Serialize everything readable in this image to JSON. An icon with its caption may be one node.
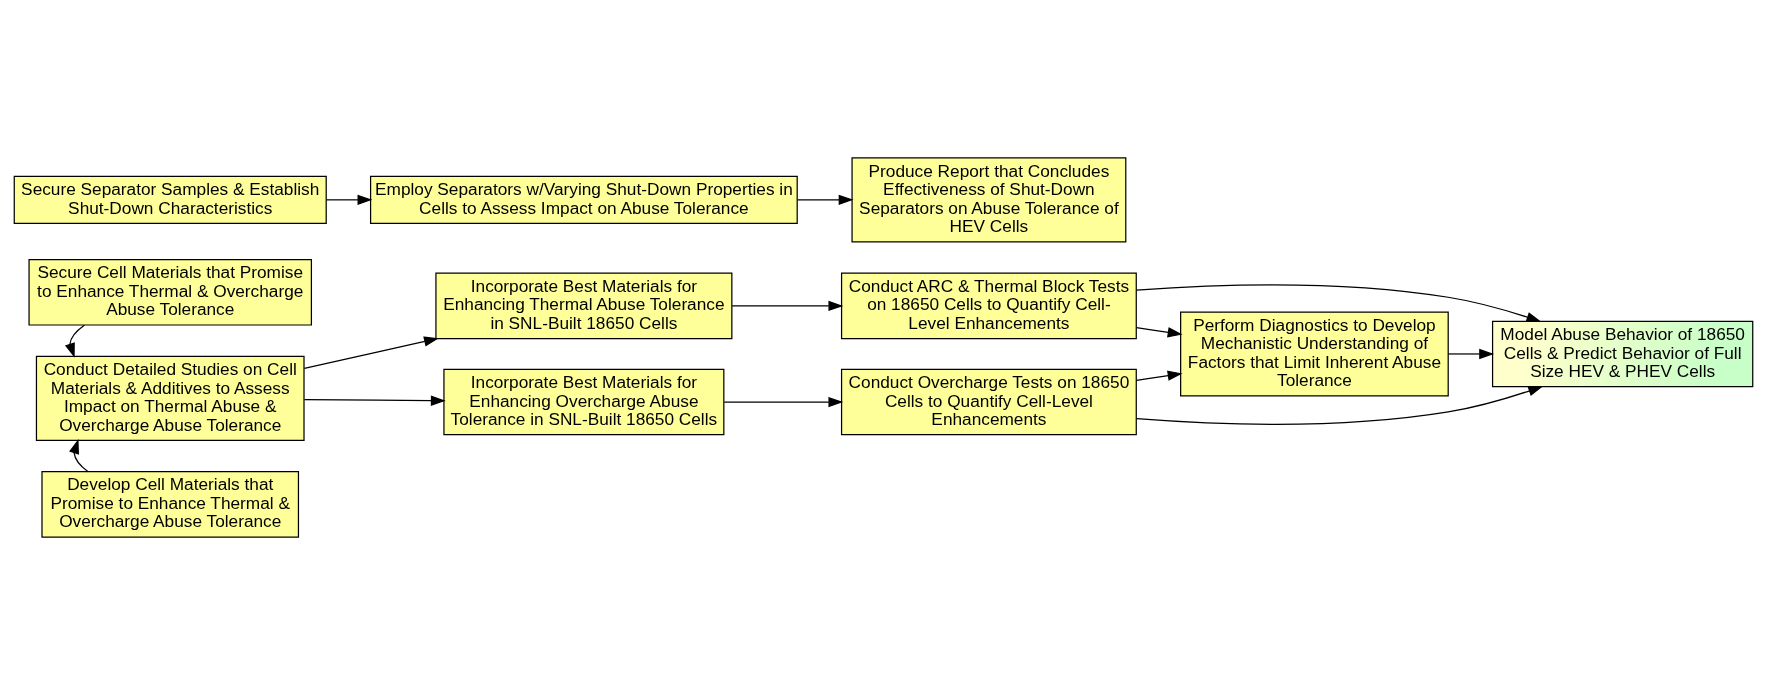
{
  "diagram": {
    "nodes": [
      {
        "text": [
          "Secure Cell Materials that Promise to Enhance Thermal & Overcharge Abuse Tolerance"
        ]
      },
      {
        "text": [
          "Conduct Detailed Studies on Cell Materials & Additives to Assess Impact on Thermal Abuse & Overcharge Abuse Tolerance"
        ]
      },
      {
        "text": [
          "Incorporate Best Materials for Enhancing Thermal Abuse Tolerance in SNL-Built 18650 Cells"
        ]
      },
      {
        "text": [
          "Conduct ARC & Thermal Block Tests on 18650 Cells to Quantify Cell-Level Enhancements"
        ]
      },
      {
        "text": [
          "Model Abuse Behavior of 18650 Cells & Predict Behavior of Full Size HEV & PHEV Cells"
        ]
      },
      {
        "text": [
          "Perform Diagnostics to Develop Mechanistic Understanding of Factors that Limit Inherent Abuse Tolerance"
        ]
      },
      {
        "text": [
          "Incorporate Best Materials for Enhancing Overcharge Abuse Tolerance in SNL-Built 18650 Cells"
        ]
      },
      {
        "text": [
          "Conduct Overcharge Tests on 18650 Cells to Quantify Cell-Level Enhancements"
        ]
      },
      {
        "text": [
          "Develop Cell Materials that Promise to Enhance Thermal & Overcharge Abuse Tolerance"
        ]
      },
      {
        "text": [
          "Secure Separator Samples & Establish Shut-Down Characteristics"
        ]
      },
      {
        "text": [
          "Employ Separators w/Varying Shut-Down Properties in Cells to Assess Impact on Abuse Tolerance"
        ]
      },
      {
        "text": [
          "Produce Report that Concludes Effectiveness of Shut-Down Separators on Abuse Tolerance of HEV Cells"
        ]
      }
    ],
    "edges": [
      {
        "from": 0,
        "to": 1,
        "arrow": "to"
      },
      {
        "from": 1,
        "to": 2,
        "arrow": "to"
      },
      {
        "from": 2,
        "to": 3,
        "arrow": "to"
      },
      {
        "from": 3,
        "to": 4,
        "arrow": "to"
      },
      {
        "from": 3,
        "to": 5,
        "arrow": "to"
      },
      {
        "from": 5,
        "to": 4,
        "arrow": "to"
      },
      {
        "from": 1,
        "to": 6,
        "arrow": "to"
      },
      {
        "from": 6,
        "to": 7,
        "arrow": "to"
      },
      {
        "from": 7,
        "to": 4,
        "arrow": "to"
      },
      {
        "from": 7,
        "to": 5,
        "arrow": "to"
      },
      {
        "from": 8,
        "to": 1,
        "arrow": "to"
      },
      {
        "from": 9,
        "to": 10,
        "arrow": "to"
      },
      {
        "from": 10,
        "to": 11,
        "arrow": "to"
      }
    ]
  }
}
